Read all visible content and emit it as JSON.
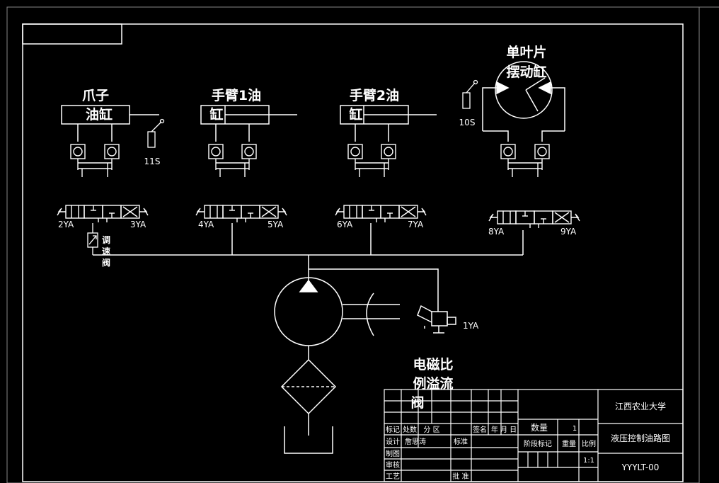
{
  "labels": {
    "claw": "爪子",
    "claw_cyl": "油缸",
    "arm1": "手臂1油",
    "arm1_cyl": "缸",
    "arm2": "手臂2油",
    "arm2_cyl": "缸",
    "swing_l1": "单叶片",
    "swing_l2": "摆动缸",
    "sw1": "11S",
    "sw2": "10S",
    "throttle_l1": "调",
    "throttle_l2": "速",
    "throttle_l3": "阀",
    "relief_l1": "电磁比",
    "relief_l2": "例溢流",
    "relief_l3": "阀",
    "coil": "1YA",
    "v1_left": "2YA",
    "v1_right": "3YA",
    "v2_left": "4YA",
    "v2_right": "5YA",
    "v3_left": "6YA",
    "v3_right": "7YA",
    "v4_left": "8YA",
    "v4_right": "9YA"
  },
  "title_block": {
    "school": "江西农业大学",
    "drawing_title": "液压控制油路图",
    "code": "YYYLT-00",
    "qty_label": "数量",
    "qty_value": "1",
    "stage_mark": "阶段标记",
    "weight": "重量",
    "ratio": "比例",
    "ratio_value": "1:1",
    "row1": [
      "标记",
      "处数",
      "分 区",
      "签名",
      "年 月 日"
    ],
    "design": "设计",
    "designer": "詹思涛",
    "standard": "标准",
    "draw": "制图",
    "review": "审核",
    "process": "工艺",
    "approve": "批 准"
  }
}
